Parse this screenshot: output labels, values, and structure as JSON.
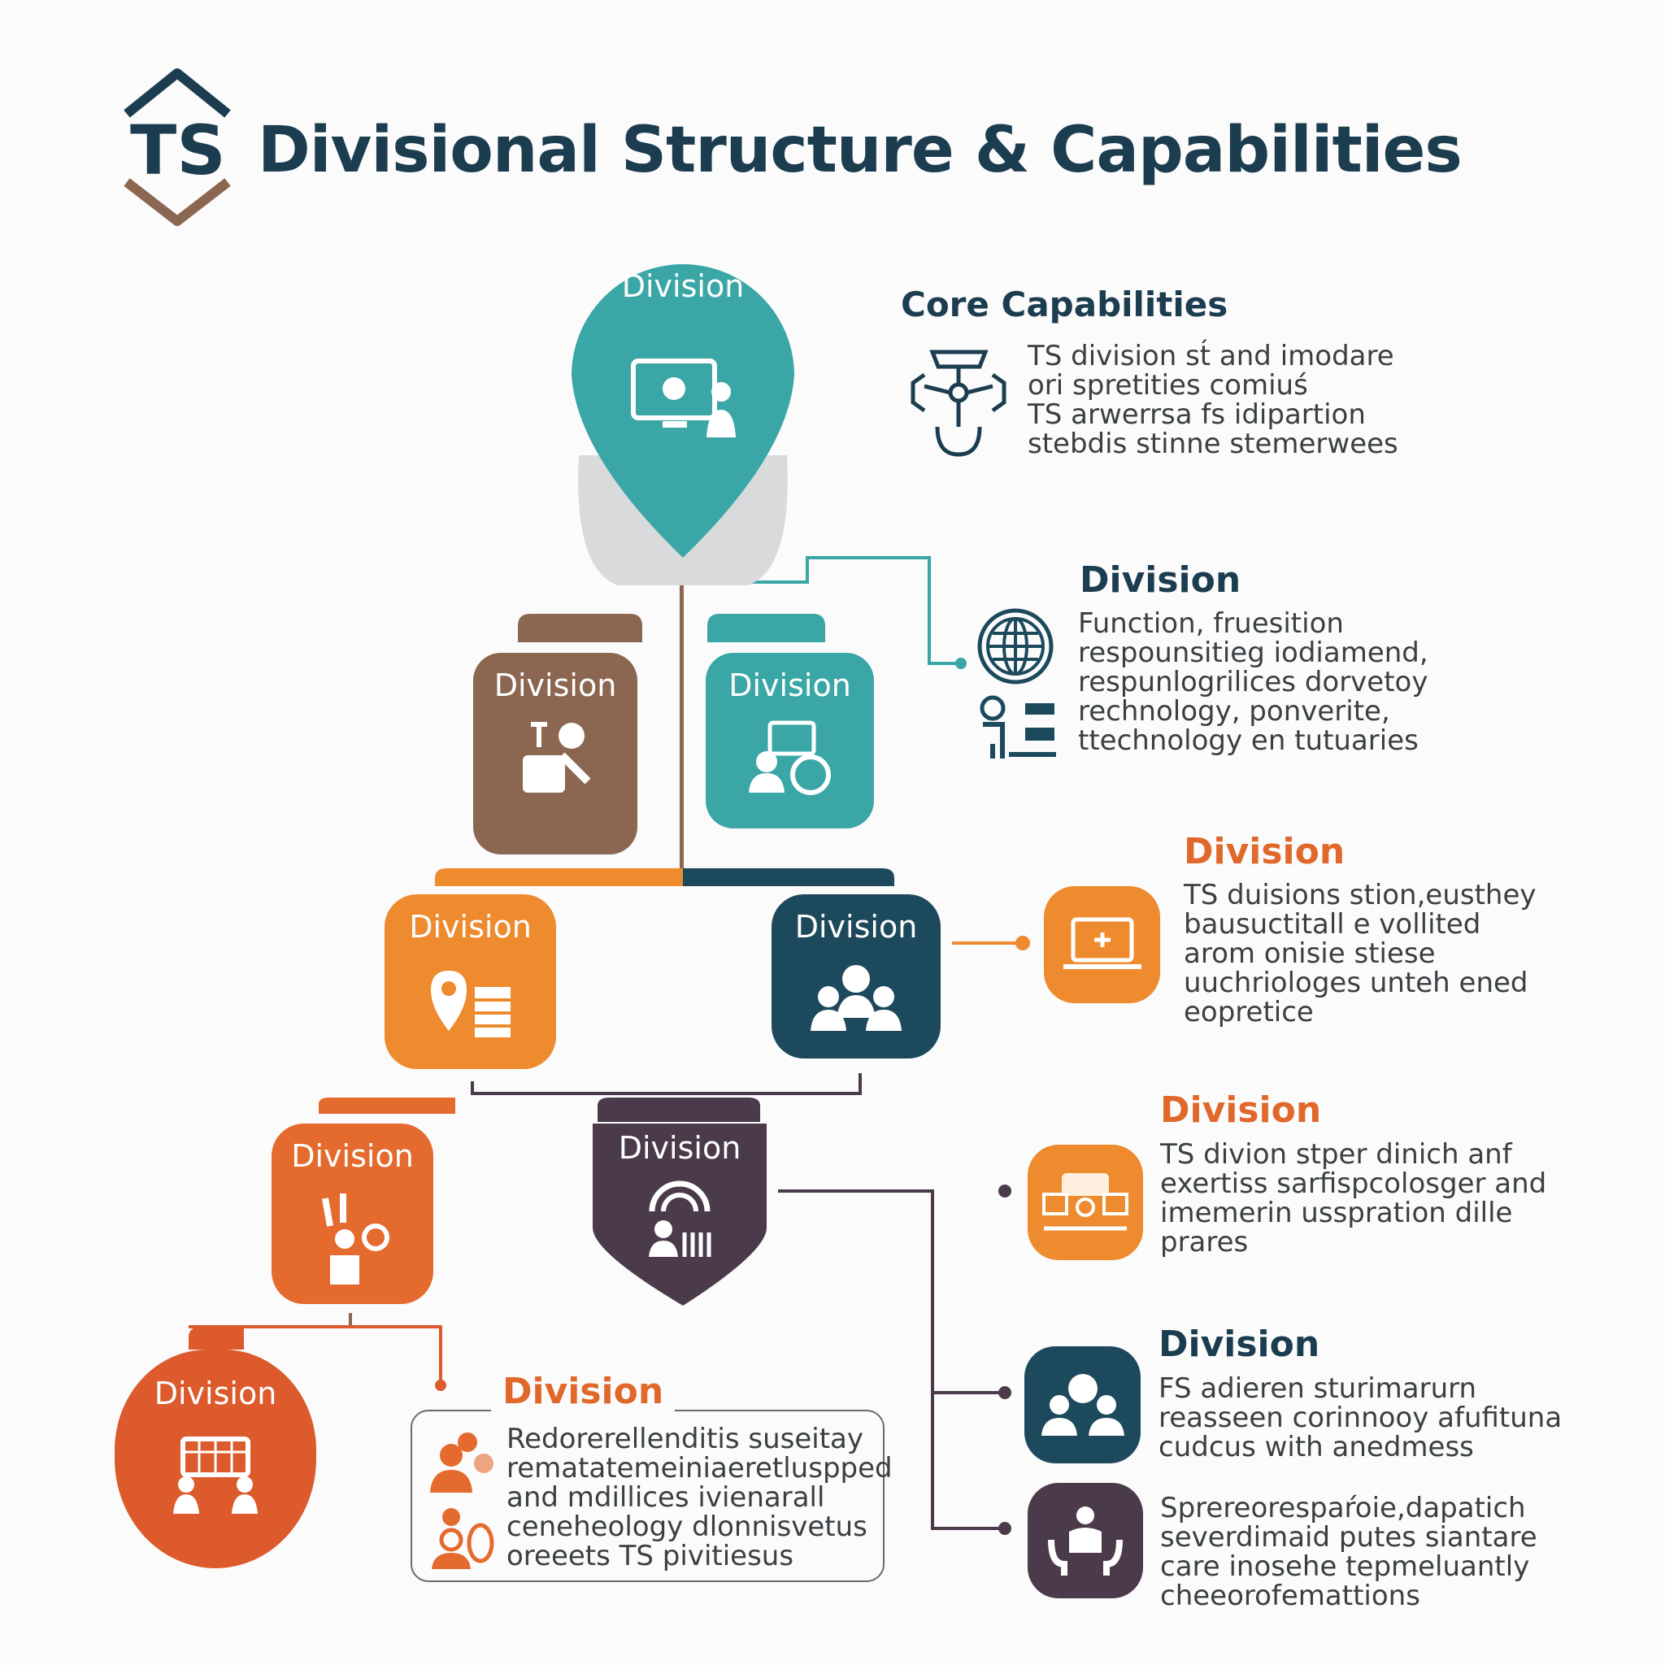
{
  "header": {
    "logo_text": "TS",
    "title": "Divisional Structure & Capabilities"
  },
  "colors": {
    "teal": "#3aa6a6",
    "brown": "#8b6651",
    "orange": "#ee8b2f",
    "dark_teal": "#1c4a5c",
    "red_orange": "#e46a2e",
    "purple": "#4b3b4a",
    "red": "#dc5a2c",
    "title": "#1c3d4f"
  },
  "tree": {
    "top": {
      "label": "Division",
      "icon": "computer-user-icon"
    },
    "level2": [
      {
        "label": "Division",
        "icon": "worker-icon"
      },
      {
        "label": "Division",
        "icon": "team-presentation-icon"
      }
    ],
    "level3": [
      {
        "label": "Division",
        "icon": "location-building-icon"
      },
      {
        "label": "Division",
        "icon": "group-icon"
      }
    ],
    "level4": [
      {
        "label": "Division",
        "icon": "community-icon"
      },
      {
        "label": "Division",
        "icon": "network-team-icon"
      }
    ],
    "level5": [
      {
        "label": "Division",
        "icon": "training-icon"
      }
    ]
  },
  "panels": {
    "core": {
      "heading": "Core Capabilities",
      "icon": "gear-network-icon",
      "lines": [
        "TS division st́ and imodare",
        "ori spretities comiuś",
        "TS arwerrsa fs idipartion",
        "stebdis stinne stemerwees"
      ]
    },
    "division_a": {
      "heading": "Division",
      "icons": [
        "globe-icon",
        "person-list-icon"
      ],
      "lines": [
        "Function, fruesition",
        "respounsitieg iodiamend,",
        "respunlogrilices dorvetoy",
        "rechnology, ponverite,",
        "ttechnology en tutuaries"
      ]
    },
    "division_b": {
      "heading": "Division",
      "icon": "laptop-icon",
      "lines": [
        "TS duisions stion,eusthey",
        "bausuctitall e vollited",
        "arom onisie stiese",
        "uuchriologes unteh ened",
        "eopretice"
      ]
    },
    "division_c": {
      "heading": "Division",
      "icon": "workstations-icon",
      "lines": [
        "TS divion stper dinich anf",
        "exertiss sarfispcolosger and",
        "imemerin usspration dille",
        "prares"
      ]
    },
    "division_d": {
      "heading": "Division",
      "icon": "team-icon",
      "lines": [
        "FS adieren sturimarurn",
        "reasseen corinnooy afufituna",
        "cudcus with anedmess"
      ]
    },
    "division_e": {
      "lines": [
        "Sprereorespaŕoie,dapatich",
        "severdimaid putes siantare",
        "care inosehe tepmeluantly",
        "cheeorofemattions"
      ],
      "icon": "support-hands-icon"
    },
    "division_f": {
      "heading": "Division",
      "icons": [
        "users-icon",
        "family-icon"
      ],
      "lines": [
        "Redorerellenditis suseitay",
        "rematatemeiniaeretluspped",
        "and mdillices ivienarall",
        "ceneheology dlonnisvetus",
        "oreeets TS pivitiesus"
      ]
    }
  }
}
